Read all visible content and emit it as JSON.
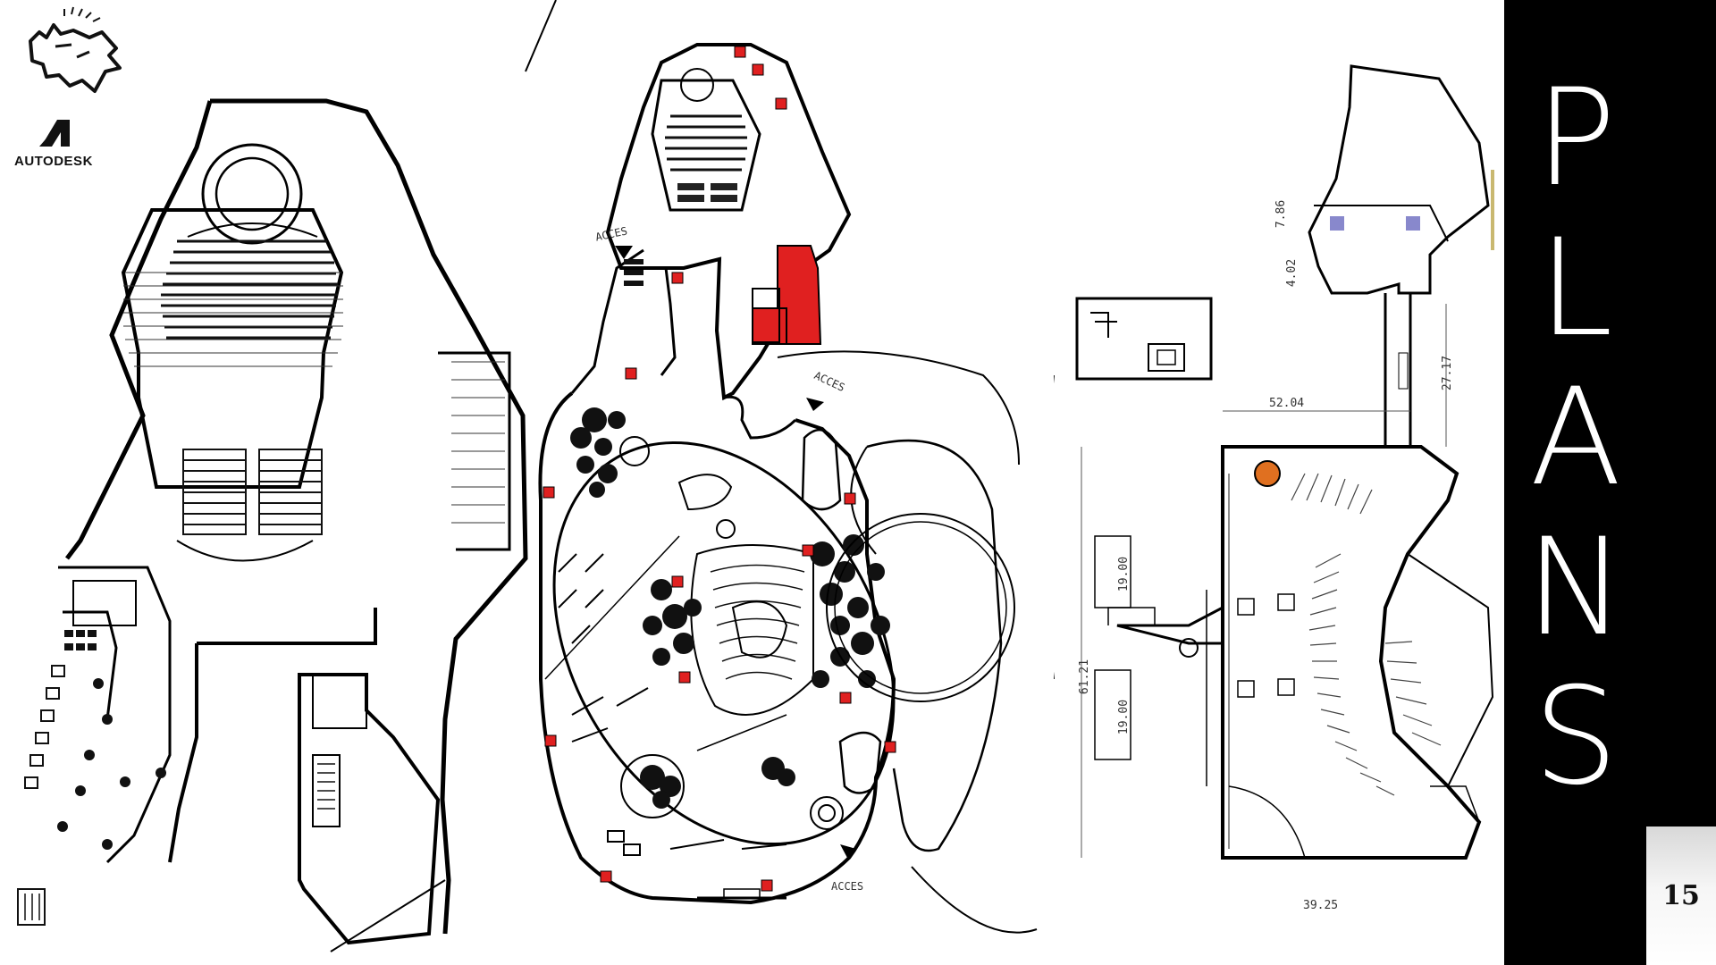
{
  "slide": {
    "title_letters": [
      "P",
      "L",
      "A",
      "N",
      "S"
    ],
    "page_number": "15",
    "logos": {
      "rhino": "rhino-logo",
      "autodesk": {
        "icon": "autodesk-logo",
        "wordmark": "AUTODESK"
      }
    }
  },
  "plans": {
    "middle": {
      "labels": {
        "access_1": "ACCES",
        "access_2": "ACCES",
        "access_3": "ACCES"
      },
      "highlight_color": "#e02020"
    },
    "right": {
      "dims": {
        "d1": "7.86",
        "d2": "4.02",
        "d3": "52.04",
        "d4": "27.17",
        "d5": "19.00",
        "d6": "61.21",
        "d7": "19.00",
        "d8": "39.25"
      },
      "accent_orange": "#e07020",
      "accent_blue": "#8888cc"
    }
  }
}
